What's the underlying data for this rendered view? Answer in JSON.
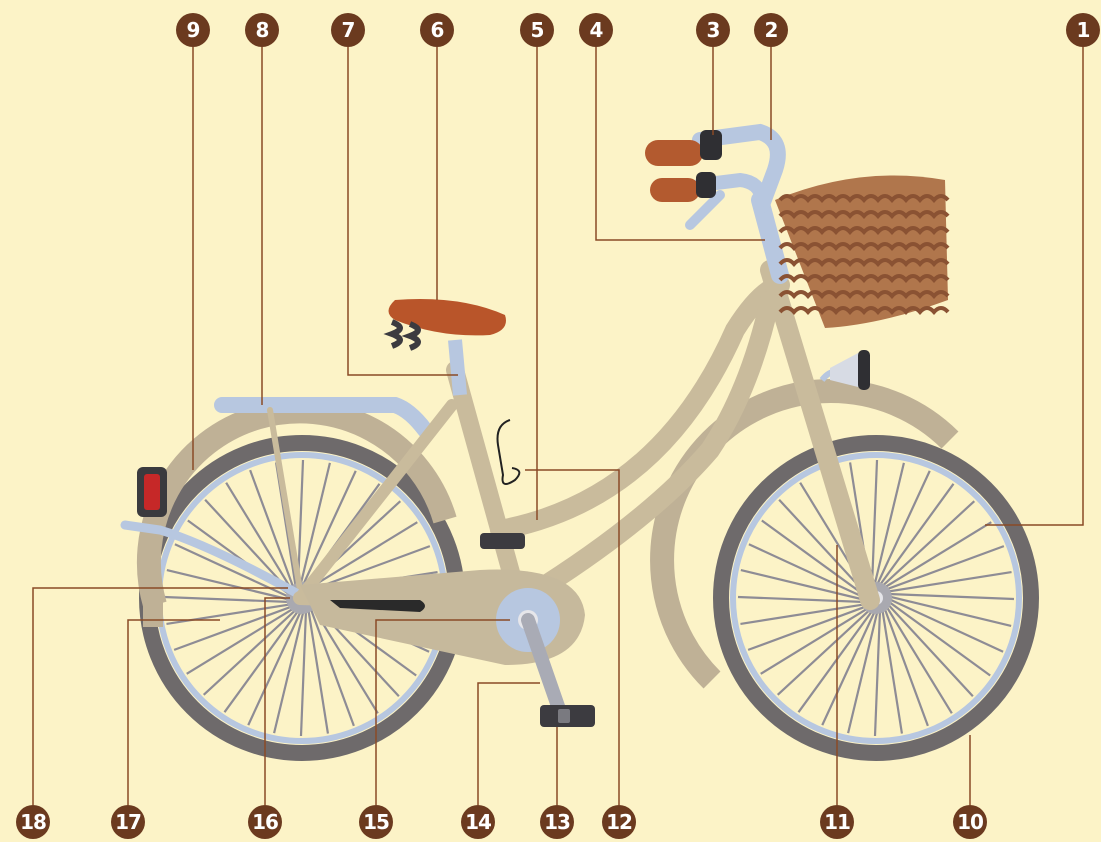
{
  "colors": {
    "background": "#fcf3c7",
    "frame": "#c9bb9c",
    "fender": "#bfb196",
    "rim": "#b7c7e0",
    "tire": "#6e6a6b",
    "saddle": "#b9552a",
    "grip": "#b35a2f",
    "basket": "#b0764c",
    "callout": "#8a4a26",
    "badge": "#6b3a1f"
  },
  "callouts": [
    {
      "label": "1",
      "part": "front-rim"
    },
    {
      "label": "2",
      "part": "handlebar"
    },
    {
      "label": "3",
      "part": "brake-lever"
    },
    {
      "label": "4",
      "part": "stem"
    },
    {
      "label": "5",
      "part": "down-tube"
    },
    {
      "label": "6",
      "part": "saddle"
    },
    {
      "label": "7",
      "part": "seat-post"
    },
    {
      "label": "8",
      "part": "rear-rack"
    },
    {
      "label": "9",
      "part": "rear-fender"
    },
    {
      "label": "10",
      "part": "front-tire"
    },
    {
      "label": "11",
      "part": "front-fork"
    },
    {
      "label": "12",
      "part": "kickstand-spring"
    },
    {
      "label": "13",
      "part": "pedal"
    },
    {
      "label": "14",
      "part": "crank-arm"
    },
    {
      "label": "15",
      "part": "chainring"
    },
    {
      "label": "16",
      "part": "rear-hub"
    },
    {
      "label": "17",
      "part": "spokes"
    },
    {
      "label": "18",
      "part": "rear-dropout"
    }
  ]
}
